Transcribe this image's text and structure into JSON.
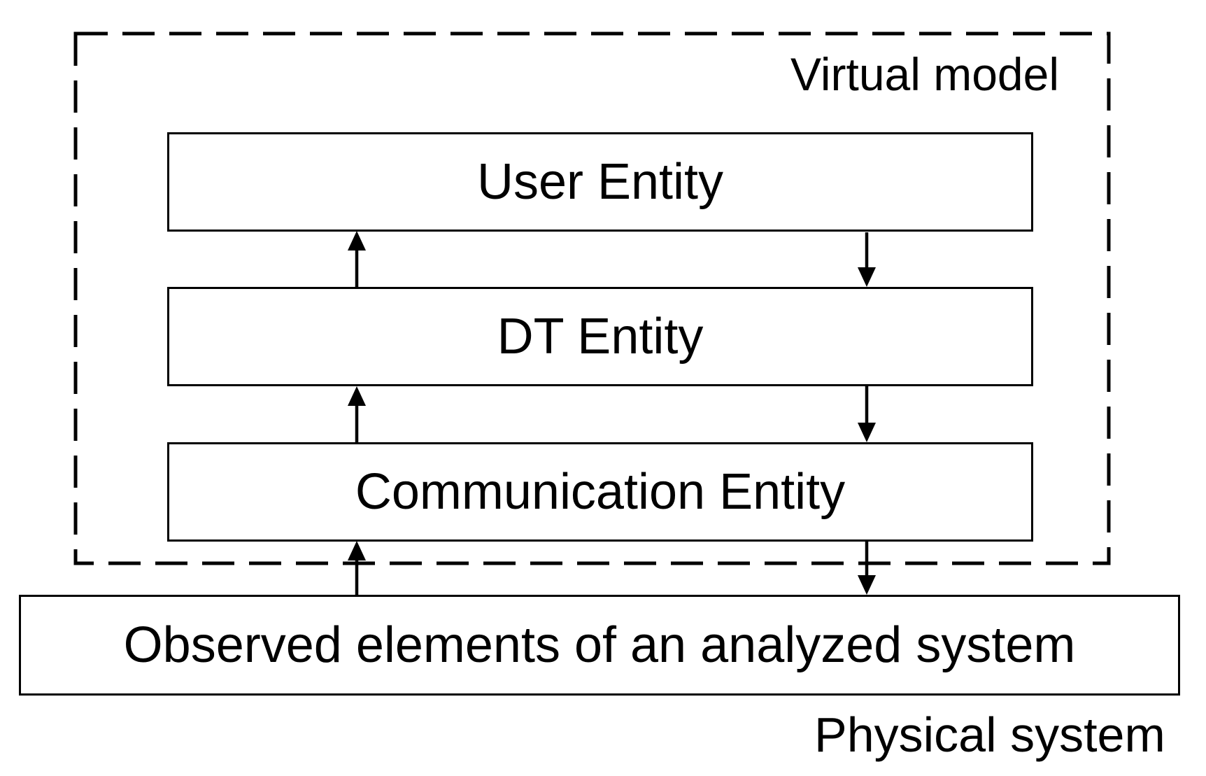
{
  "diagram": {
    "background_color": "#ffffff",
    "stroke_color": "#000000",
    "virtual_model": {
      "label": "Virtual model",
      "entities": [
        {
          "label": "User Entity"
        },
        {
          "label": "DT Entity"
        },
        {
          "label": "Communication Entity"
        }
      ]
    },
    "physical_system": {
      "label": "Physical system",
      "observed_label": "Observed elements of an analyzed system"
    },
    "arrows": [
      {
        "from": "DT Entity",
        "to": "User Entity",
        "direction": "up"
      },
      {
        "from": "User Entity",
        "to": "DT Entity",
        "direction": "down"
      },
      {
        "from": "Communication Entity",
        "to": "DT Entity",
        "direction": "up"
      },
      {
        "from": "DT Entity",
        "to": "Communication Entity",
        "direction": "down"
      },
      {
        "from": "Observed elements of an analyzed system",
        "to": "Communication Entity",
        "direction": "up"
      },
      {
        "from": "Communication Entity",
        "to": "Observed elements of an analyzed system",
        "direction": "down"
      }
    ]
  }
}
